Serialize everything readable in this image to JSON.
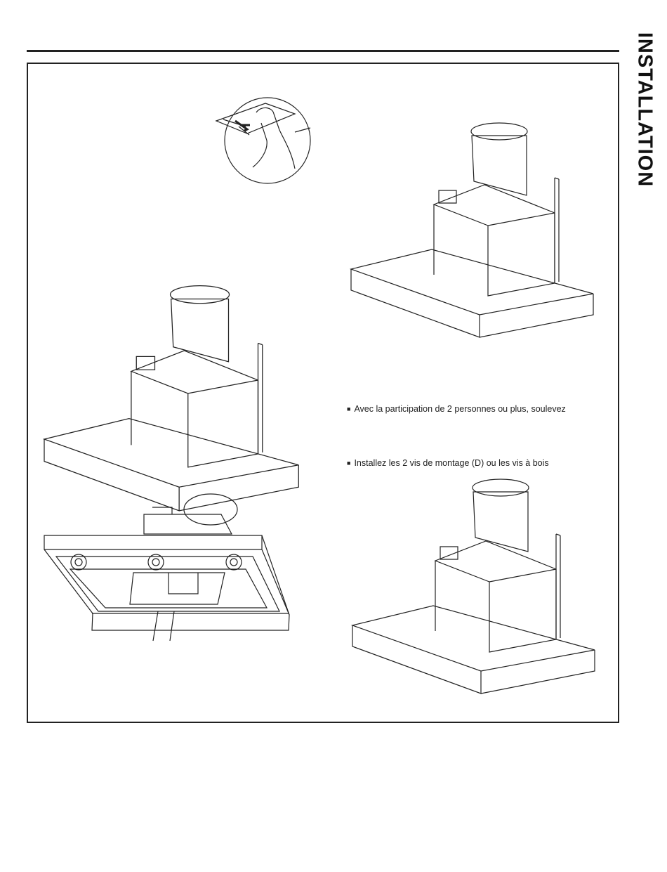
{
  "section_title": "INSTALLATION",
  "notes": [
    {
      "bullet": "■",
      "text": "Avec la participation de 2 personnes ou plus, soulevez"
    },
    {
      "bullet": "■",
      "text": "Installez les 2 vis de montage (D) ou les vis à bois"
    }
  ],
  "colors": {
    "ink": "#222222",
    "background": "#ffffff"
  }
}
